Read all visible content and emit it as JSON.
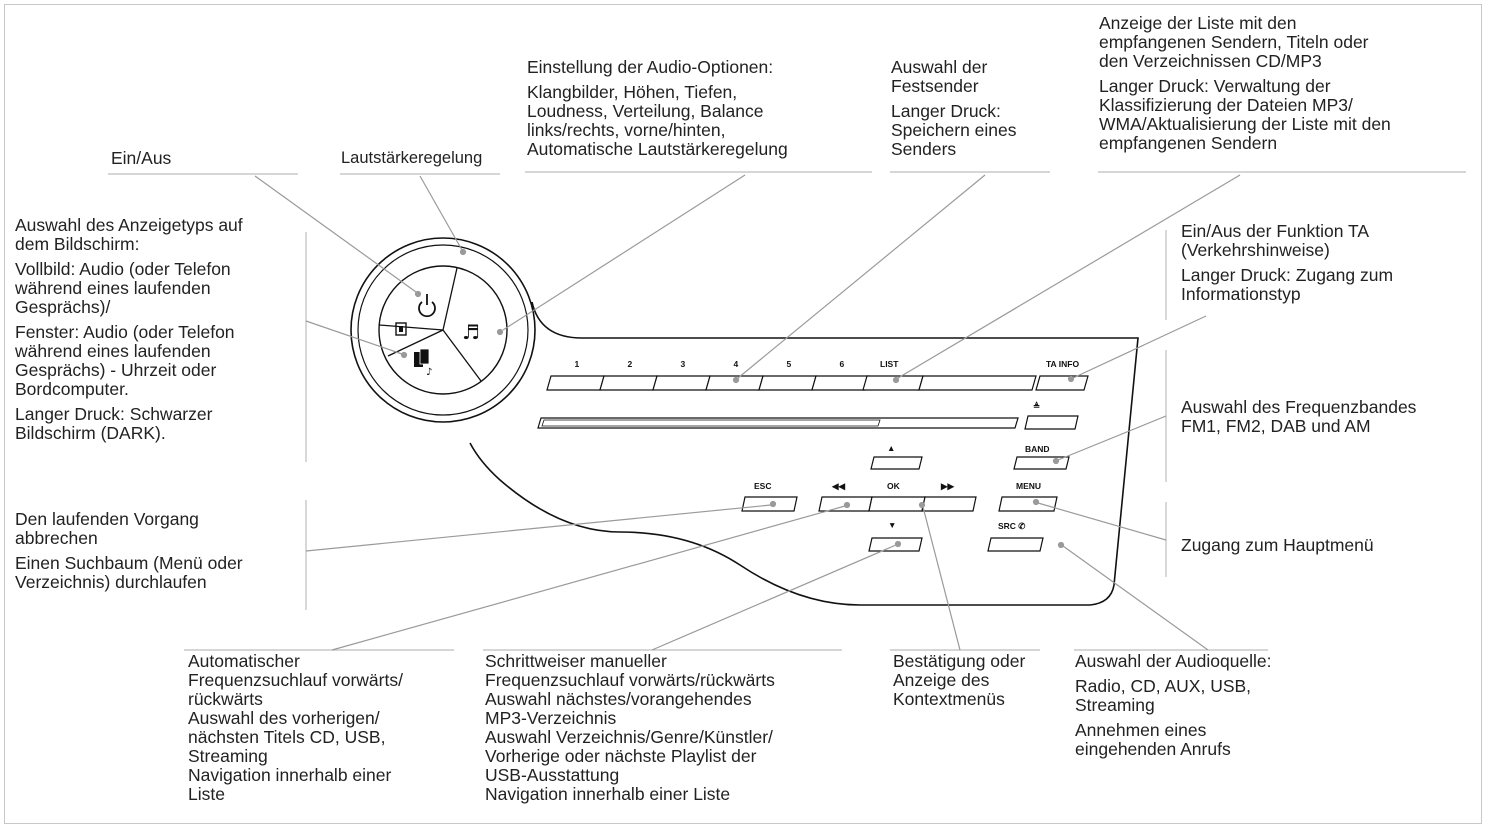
{
  "labels": {
    "ein_aus": "Ein/Aus",
    "lautstaerke": "Lautstärkeregelung",
    "audio_options": {
      "title": "Einstellung der Audio-Optionen:",
      "l1": "Klangbilder, Höhen, Tiefen,",
      "l2": "Loudness, Verteilung, Balance",
      "l3": "links/rechts, vorne/hinten,",
      "l4": "Automatische Lautstärkeregelung"
    },
    "festsender": {
      "l1": "Auswahl der",
      "l2": "Festsender",
      "l3": "Langer Druck:",
      "l4": "Speichern eines",
      "l5": "Senders"
    },
    "liste": {
      "l1": "Anzeige der Liste mit den",
      "l2": "empfangenen Sendern, Titeln oder",
      "l3": "den Verzeichnissen CD/MP3",
      "l4": "Langer Druck: Verwaltung der",
      "l5": "Klassifizierung der Dateien MP3/",
      "l6": "WMA/Aktualisierung der Liste mit den",
      "l7": "empfangenen Sendern"
    },
    "anzeigetyp": {
      "l1": "Auswahl des Anzeigetyps auf",
      "l2": "dem Bildschirm:",
      "l3": "Vollbild: Audio (oder Telefon",
      "l4": "während eines laufenden",
      "l5": "Gesprächs)/",
      "l6": "Fenster: Audio (oder Telefon",
      "l7": "während eines laufenden",
      "l8": "Gesprächs) - Uhrzeit oder",
      "l9": "Bordcomputer.",
      "l10": "Langer Druck: Schwarzer",
      "l11": "Bildschirm (DARK)."
    },
    "ta": {
      "l1": "Ein/Aus der Funktion TA",
      "l2": "(Verkehrshinweise)",
      "l3": "Langer Druck: Zugang zum",
      "l4": "Informationstyp"
    },
    "band": {
      "l1": "Auswahl des Frequenzbandes",
      "l2": "FM1, FM2, DAB und AM"
    },
    "esc": {
      "l1": "Den laufenden Vorgang",
      "l2": "abbrechen",
      "l3": "Einen Suchbaum (Menü oder",
      "l4": "Verzeichnis) durchlaufen"
    },
    "menu": "Zugang zum Hauptmenü",
    "suchlauf": {
      "l1": "Automatischer",
      "l2": "Frequenzsuchlauf vorwärts/",
      "l3": "rückwärts",
      "l4": "Auswahl des vorherigen/",
      "l5": "nächsten Titels CD, USB,",
      "l6": "Streaming",
      "l7": "Navigation innerhalb einer",
      "l8": "Liste"
    },
    "manuell": {
      "l1": "Schrittweiser manueller",
      "l2": "Frequenzsuchlauf vorwärts/rückwärts",
      "l3": "Auswahl nächstes/vorangehendes",
      "l4": "MP3-Verzeichnis",
      "l5": "Auswahl Verzeichnis/Genre/Künstler/",
      "l6": "Vorherige oder nächste Playlist der",
      "l7": "USB-Ausstattung",
      "l8": "Navigation innerhalb einer Liste"
    },
    "ok": {
      "l1": "Bestätigung oder",
      "l2": "Anzeige des",
      "l3": "Kontextmenüs"
    },
    "src": {
      "l1": "Auswahl der Audioquelle:",
      "l2": "Radio, CD, AUX, USB,",
      "l3": "Streaming",
      "l4": "Annehmen eines",
      "l5": "eingehenden Anrufs"
    }
  },
  "buttons": {
    "presets": [
      "1",
      "2",
      "3",
      "4",
      "5",
      "6"
    ],
    "list": "LIST",
    "ta_info": "TA INFO",
    "eject": "≜",
    "up": "▲",
    "band": "BAND",
    "esc": "ESC",
    "prev": "◀◀",
    "ok": "OK",
    "next": "▶▶",
    "menu": "MENU",
    "down": "▼",
    "src": "SRC ✆"
  },
  "icons": {
    "power": "power-icon",
    "volume": "speaker-icon",
    "audio": "music-note-icon",
    "display": "display-mode-icon"
  },
  "colors": {
    "line": "#9a9a9a",
    "outline": "#111111",
    "text": "#222222"
  }
}
